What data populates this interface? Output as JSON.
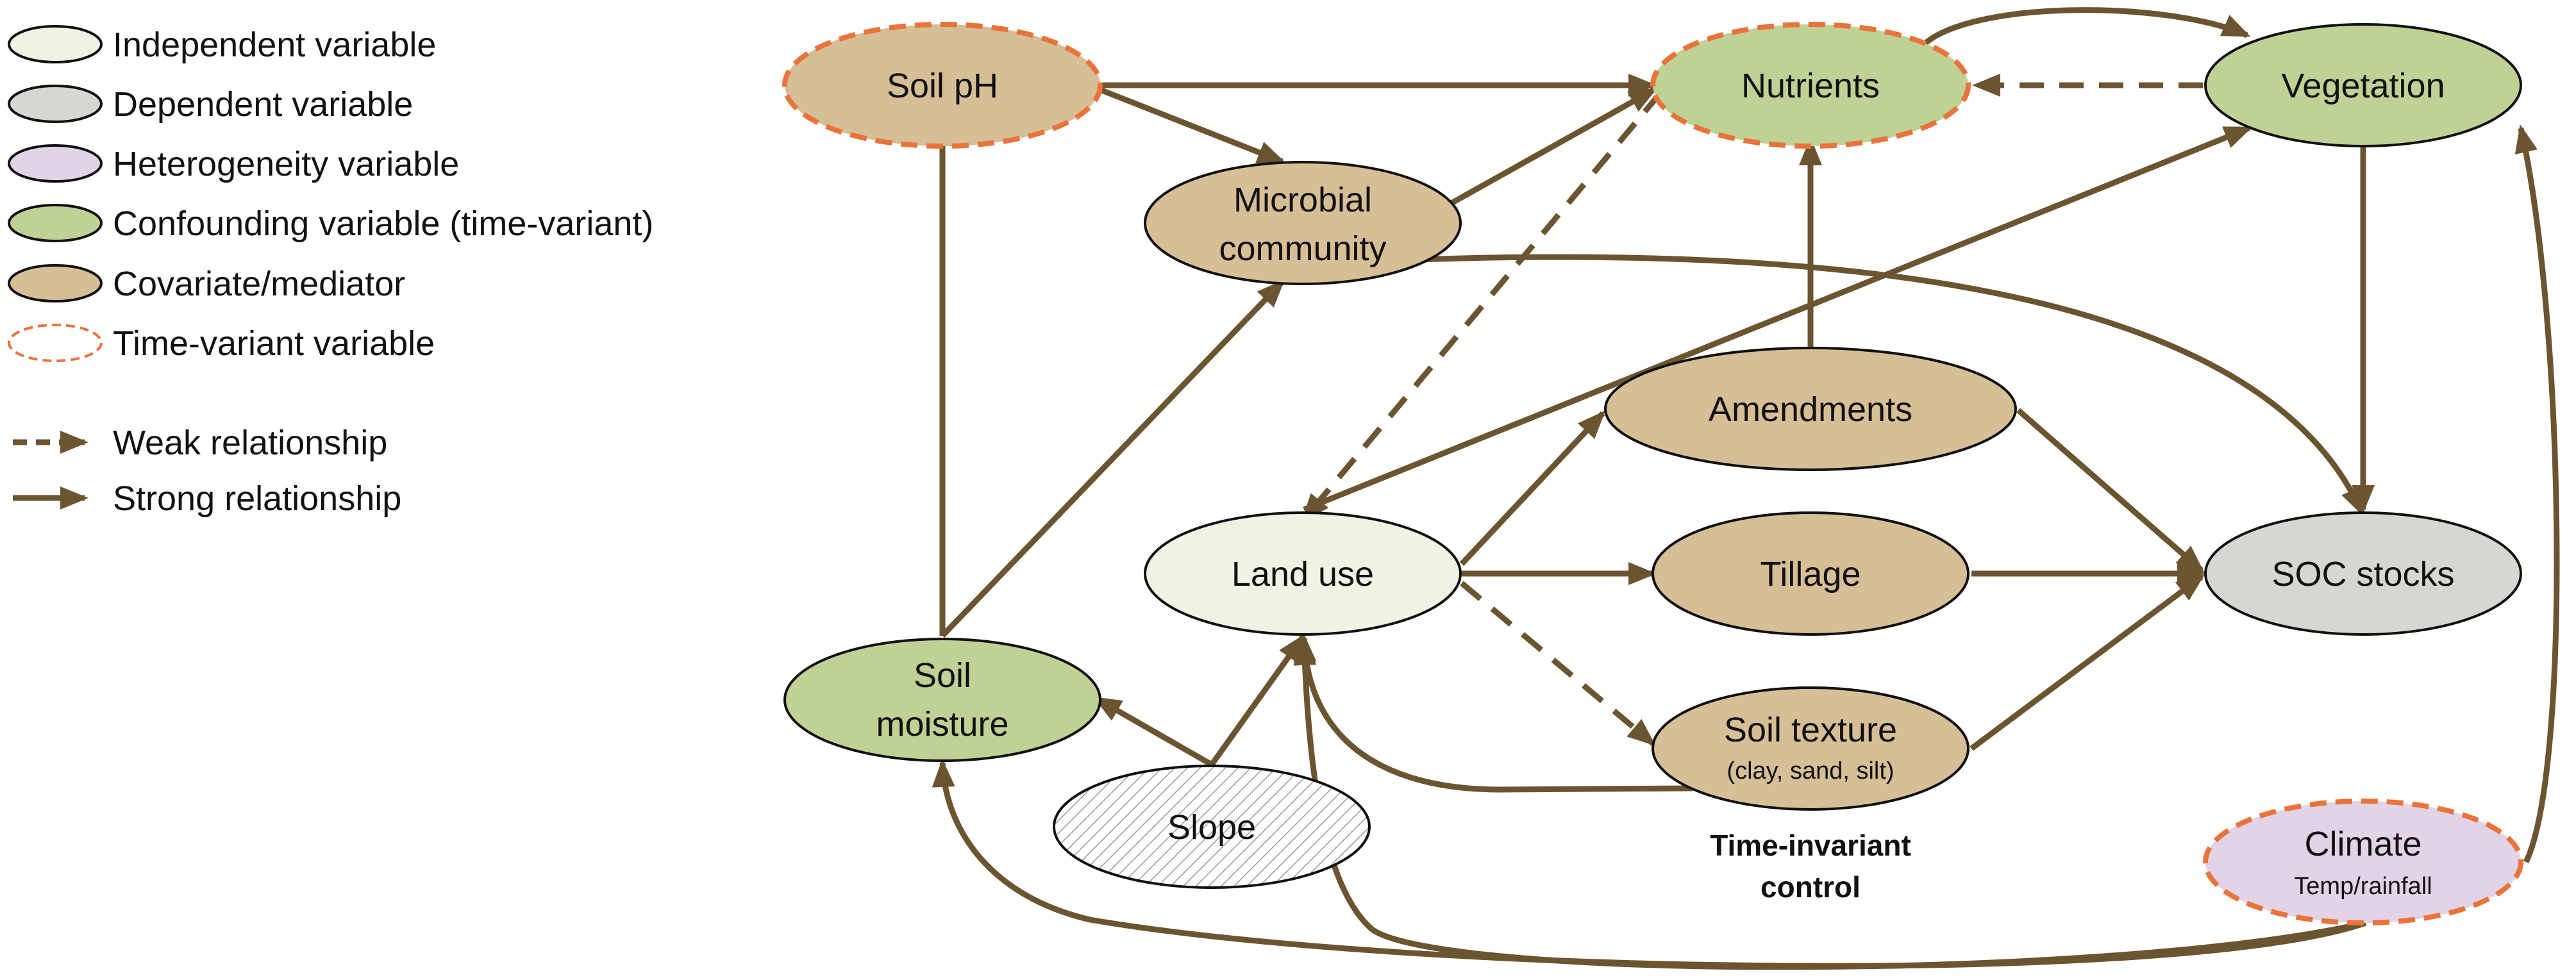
{
  "colors": {
    "edge": "#6b5530",
    "independent_fill": "#eef3e3",
    "dependent_fill": "#d5d8d2",
    "heterogeneity_fill": "#e3d3e6",
    "confounding_fill": "#bfd195",
    "covariate_fill": "#d6be96",
    "time_variant_border": "#e8743b",
    "outline": "#111111"
  },
  "legend": {
    "independent": "Independent variable",
    "dependent": "Dependent variable",
    "heterogeneity": "Heterogeneity variable",
    "confounding": "Confounding variable (time-variant)",
    "covariate": "Covariate/mediator",
    "time_variant": "Time-variant variable",
    "weak": "Weak relationship",
    "strong": "Strong relationship"
  },
  "nodes": {
    "soil_ph": {
      "label": "Soil pH"
    },
    "nutrients": {
      "label": "Nutrients"
    },
    "vegetation": {
      "label": "Vegetation"
    },
    "microbial": {
      "line1": "Microbial",
      "line2": "community"
    },
    "amendments": {
      "label": "Amendments"
    },
    "land_use": {
      "label": "Land use"
    },
    "tillage": {
      "label": "Tillage"
    },
    "soc": {
      "label": "SOC stocks"
    },
    "soil_moisture": {
      "line1": "Soil",
      "line2": "moisture"
    },
    "soil_texture": {
      "line1": "Soil texture",
      "line2": "(clay, sand, silt)"
    },
    "slope": {
      "label": "Slope"
    },
    "climate": {
      "line1": "Climate",
      "line2": "Temp/rainfall"
    }
  },
  "note": {
    "line1": "Time-invariant",
    "line2": "control"
  }
}
